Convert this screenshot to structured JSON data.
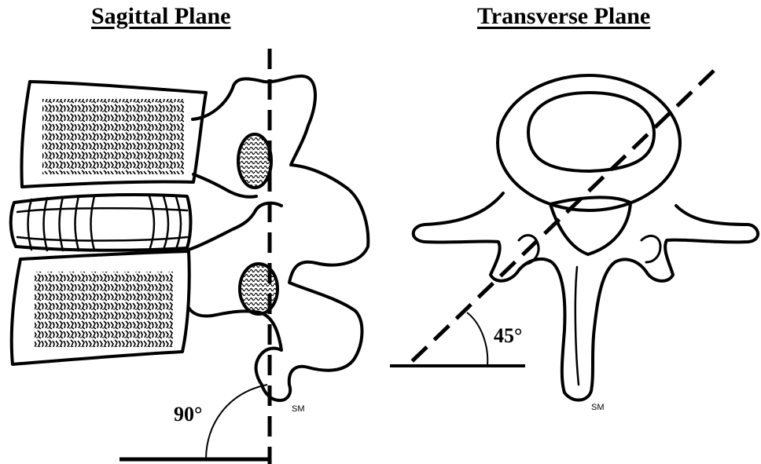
{
  "panels": {
    "left": {
      "title": "Sagittal Plane",
      "angle_label": "90°",
      "signature": "SM"
    },
    "right": {
      "title": "Transverse Plane",
      "angle_label": "45°",
      "signature": "SM"
    }
  },
  "colors": {
    "ink": "#000000",
    "background": "#ffffff"
  }
}
